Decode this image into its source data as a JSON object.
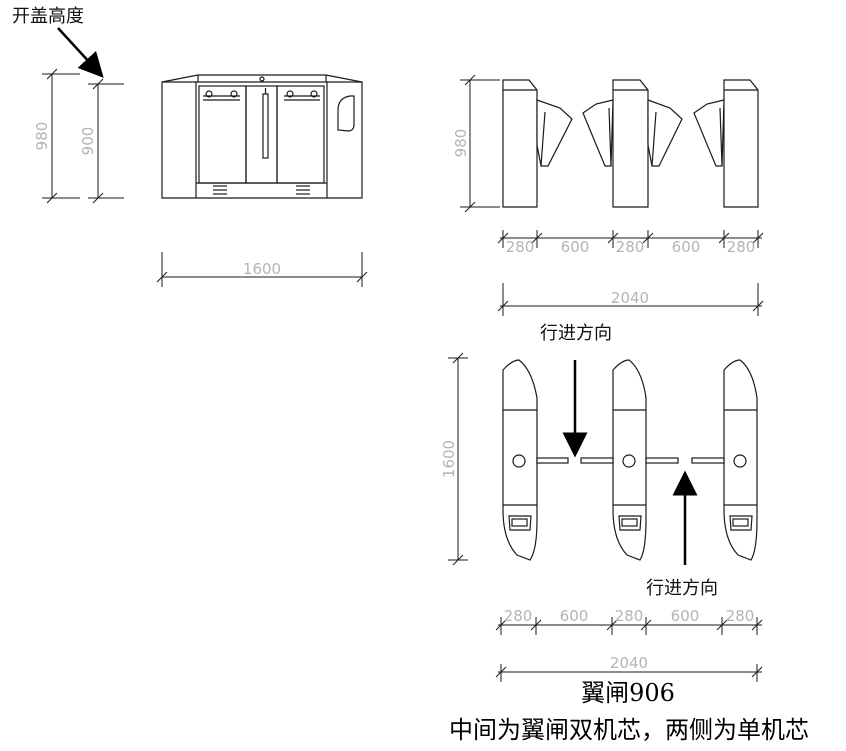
{
  "annotations": {
    "lid_height": "开盖高度",
    "direction_top": "行进方向",
    "direction_bottom": "行进方向"
  },
  "front_view": {
    "height_total": "980",
    "height_body": "900",
    "width": "1600"
  },
  "side_view": {
    "height": "980",
    "segments": [
      "280",
      "600",
      "280",
      "600",
      "280"
    ],
    "total": "2040"
  },
  "top_view": {
    "depth": "1600",
    "segments": [
      "280",
      "600",
      "280",
      "600",
      "280"
    ],
    "total": "2040"
  },
  "title": "翼闸906",
  "subtitle": "中间为翼闸双机芯，两侧为单机芯",
  "colors": {
    "line": "#1a1a1a",
    "dimension_text": "#b4b4b4"
  }
}
